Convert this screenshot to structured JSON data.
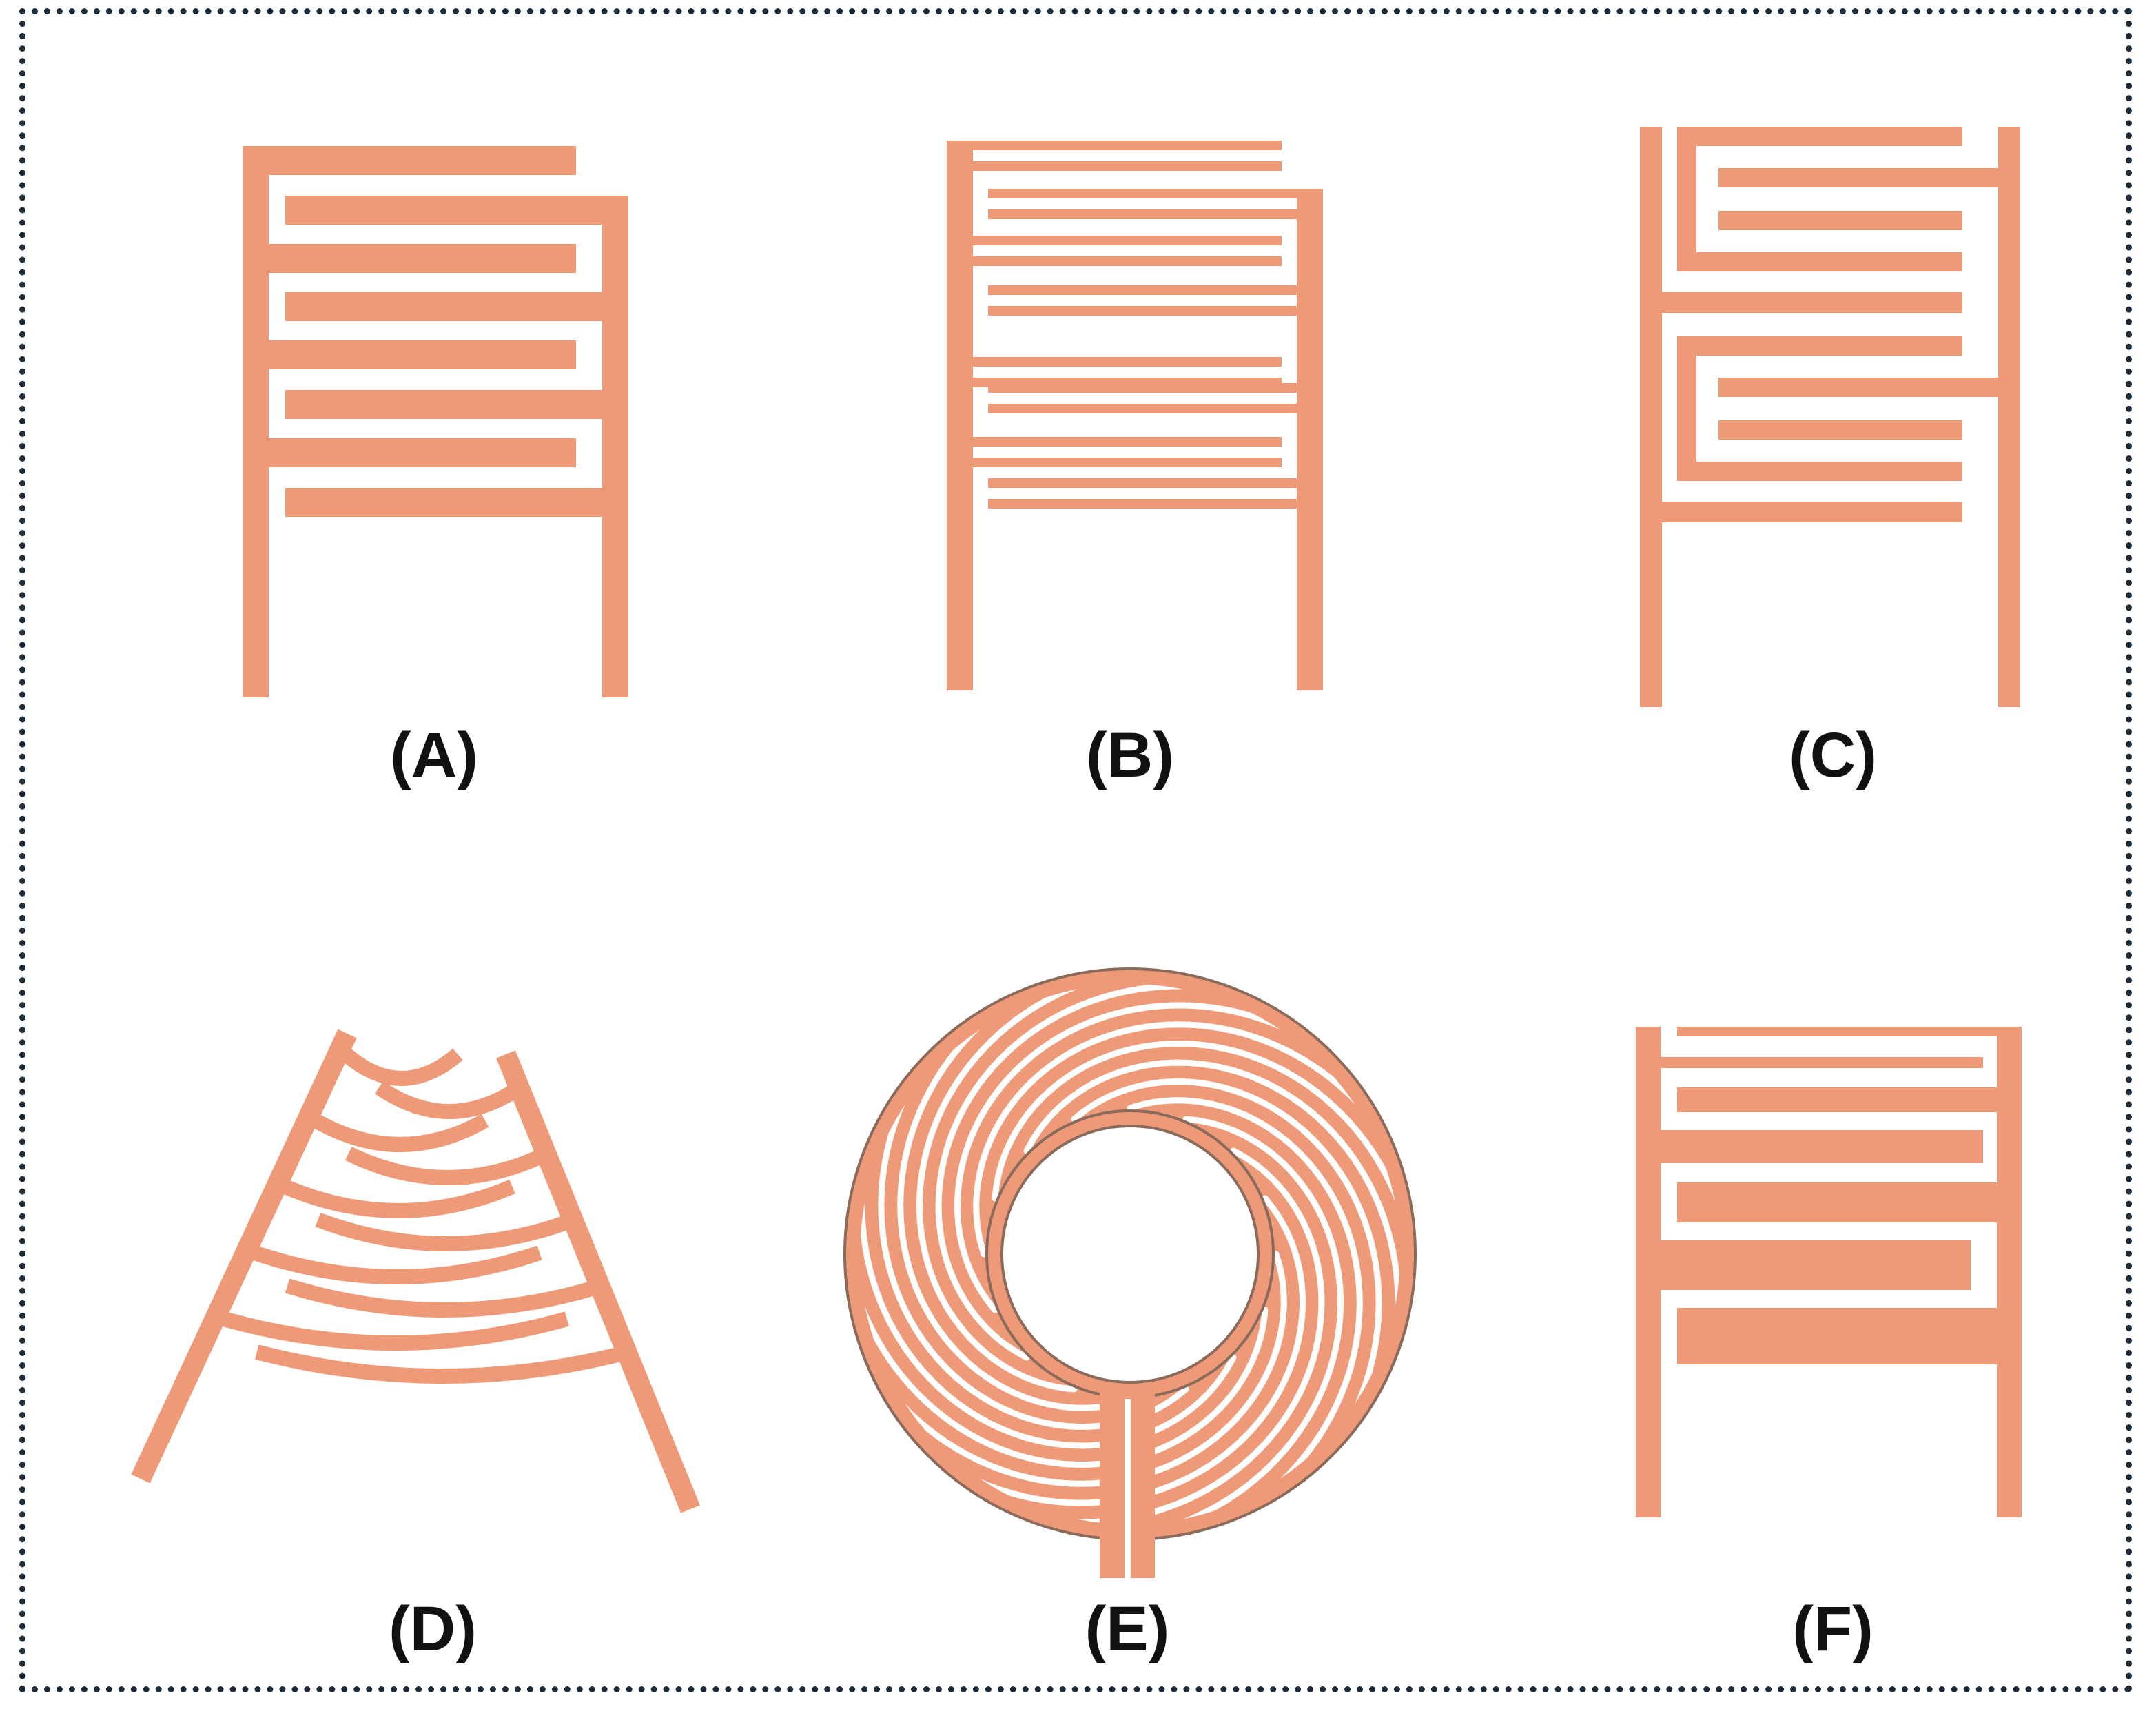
{
  "figure": {
    "color": "#EE9A78",
    "border_color": "#1c2b3a",
    "panels": [
      {
        "id": "A",
        "label": "(A)",
        "shape": "interdigitated-electrode"
      },
      {
        "id": "B",
        "label": "(B)",
        "shape": "double-finger-interdigitated-electrode"
      },
      {
        "id": "C",
        "label": "(C)",
        "shape": "nested-interdigitated-electrode"
      },
      {
        "id": "D",
        "label": "(D)",
        "shape": "arc-interdigitated-electrode"
      },
      {
        "id": "E",
        "label": "(E)",
        "shape": "circular-spiral-interdigitated-electrode"
      },
      {
        "id": "F",
        "label": "(F)",
        "shape": "graded-width-interdigitated-electrode"
      }
    ]
  }
}
